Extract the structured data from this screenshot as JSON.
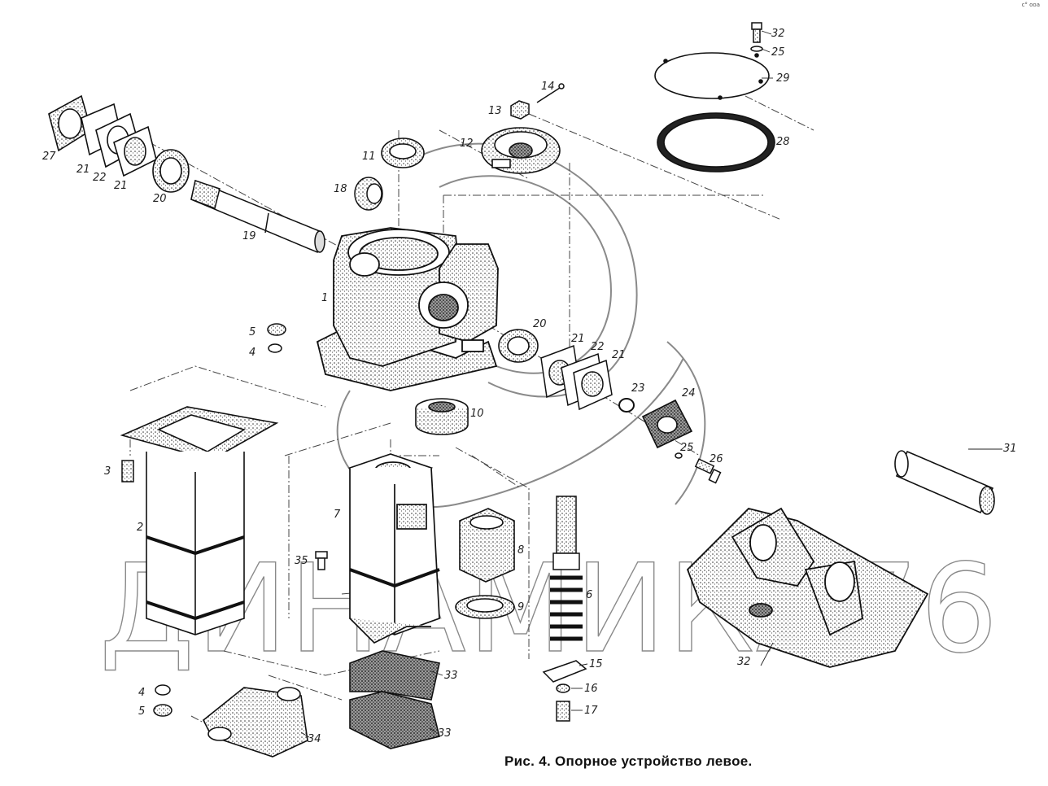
{
  "caption": "Рис. 4. Опорное устройство левое.",
  "watermark": "ДИНАМИКА76",
  "corner_mark": "c° ooa",
  "callouts": {
    "c1": "1",
    "c2": "2",
    "c3": "3",
    "c4a": "4",
    "c4b": "4",
    "c5a": "5",
    "c5b": "5",
    "c6": "6",
    "c7": "7",
    "c8": "8",
    "c9": "9",
    "c10": "10",
    "c11": "11",
    "c12": "12",
    "c13": "13",
    "c14": "14",
    "c15": "15",
    "c16": "16",
    "c17": "17",
    "c18": "18",
    "c19": "19",
    "c20a": "20",
    "c20b": "20",
    "c21a": "21",
    "c21b": "21",
    "c21c": "21",
    "c21d": "21",
    "c22a": "22",
    "c22b": "22",
    "c23": "23",
    "c24": "24",
    "c25a": "25",
    "c25b": "25",
    "c26": "26",
    "c27": "27",
    "c28": "28",
    "c29": "29",
    "c31": "31",
    "c32a": "32",
    "c32b": "32",
    "c33a": "33",
    "c33b": "33",
    "c34": "34",
    "c35": "35"
  }
}
